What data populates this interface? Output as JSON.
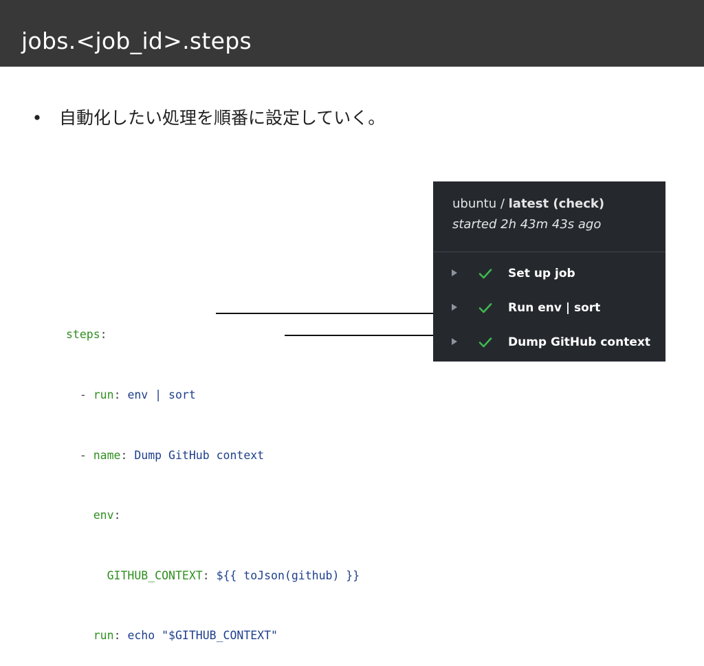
{
  "slide": {
    "title": "jobs.<job_id>.steps",
    "bullet": "自動化したい処理を順番に設定していく。"
  },
  "code": {
    "line1": {
      "key": "steps",
      "sep": ":"
    },
    "line2": {
      "indent": "  ",
      "dash": "- ",
      "key": "run",
      "sep": ": ",
      "value": "env | sort"
    },
    "line3": {
      "indent": "  ",
      "dash": "- ",
      "key": "name",
      "sep": ": ",
      "value": "Dump GitHub context"
    },
    "line4": {
      "indent": "    ",
      "key": "env",
      "sep": ":"
    },
    "line5": {
      "indent": "      ",
      "key": "GITHUB_CONTEXT",
      "sep": ": ",
      "value": "${{ toJson(github) }}"
    },
    "line6": {
      "indent": "    ",
      "key": "run",
      "sep": ": ",
      "value": "echo \"$GITHUB_CONTEXT\""
    }
  },
  "panel": {
    "job_prefix": "ubuntu / ",
    "job_name": "latest (check)",
    "started": "started 2h 43m 43s ago",
    "steps": [
      {
        "label": "Set up job",
        "status": "success"
      },
      {
        "label": "Run env | sort",
        "status": "success"
      },
      {
        "label": "Dump GitHub context",
        "status": "success"
      }
    ]
  },
  "colors": {
    "header_bg": "#383838",
    "panel_bg": "#25292e",
    "check_green": "#3fb950",
    "yaml_key": "#2f8f1f",
    "yaml_value": "#1e3f8c"
  }
}
